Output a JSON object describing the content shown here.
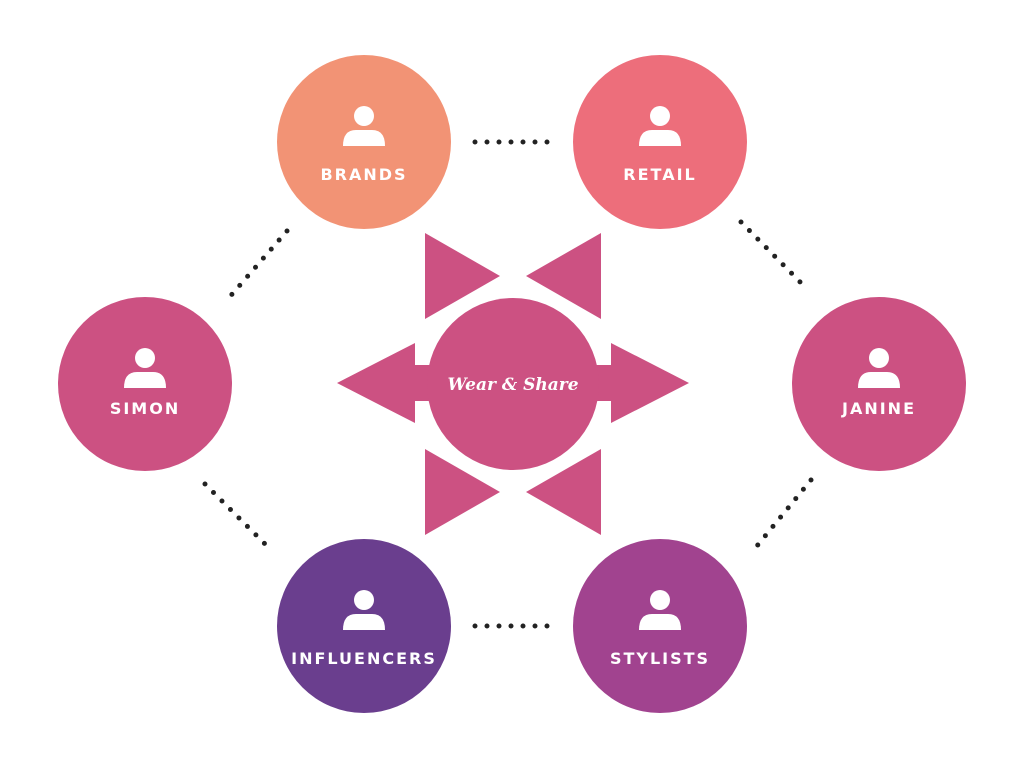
{
  "hub": {
    "label": "Wear & Share",
    "color": "#cc5182"
  },
  "nodes": [
    {
      "id": "brands",
      "label": "BRANDS",
      "color": "#f29375",
      "icon": "person-icon"
    },
    {
      "id": "retail",
      "label": "RETAIL",
      "color": "#ed6e7b",
      "icon": "person-icon"
    },
    {
      "id": "simon",
      "label": "SIMON",
      "color": "#cc5182",
      "icon": "person-icon"
    },
    {
      "id": "janine",
      "label": "JANINE",
      "color": "#cc5182",
      "icon": "person-icon"
    },
    {
      "id": "influencers",
      "label": "INFLUENCERS",
      "color": "#6a3e8e",
      "icon": "person-icon"
    },
    {
      "id": "stylists",
      "label": "STYLISTS",
      "color": "#a1438f",
      "icon": "person-icon"
    }
  ],
  "connector_color": "#222222"
}
